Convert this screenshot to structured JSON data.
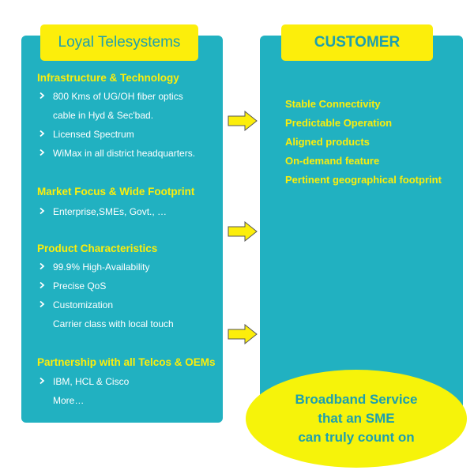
{
  "left": {
    "title": "Loyal Telesystems",
    "sections": [
      {
        "heading": "Infrastructure & Technology",
        "items": [
          "800 Kms of UG/OH fiber optics",
          "cable in Hyd & Sec'bad.",
          "Licensed Spectrum",
          "WiMax in all district headquarters."
        ]
      },
      {
        "heading": "Market Focus & Wide Footprint",
        "items": [
          "Enterprise,SMEs, Govt., …"
        ]
      },
      {
        "heading": "Product Characteristics",
        "items": [
          "99.9% High-Availability",
          "Precise QoS",
          "Customization",
          "Carrier class with local touch"
        ]
      },
      {
        "heading": "Partnership with all Telcos & OEMs",
        "items": [
          "IBM, HCL & Cisco",
          "More…"
        ]
      }
    ]
  },
  "right": {
    "title": "CUSTOMER",
    "features": [
      "Stable Connectivity",
      "Predictable Operation",
      "Aligned products",
      "On-demand feature",
      "Pertinent geographical footprint"
    ]
  },
  "callout": {
    "lines": [
      "Broadband Service",
      "that an SME",
      "can truly count on"
    ]
  },
  "colors": {
    "panel": "#21b1c1",
    "accent": "#fcee0b",
    "title_text": "#1d9fae"
  }
}
